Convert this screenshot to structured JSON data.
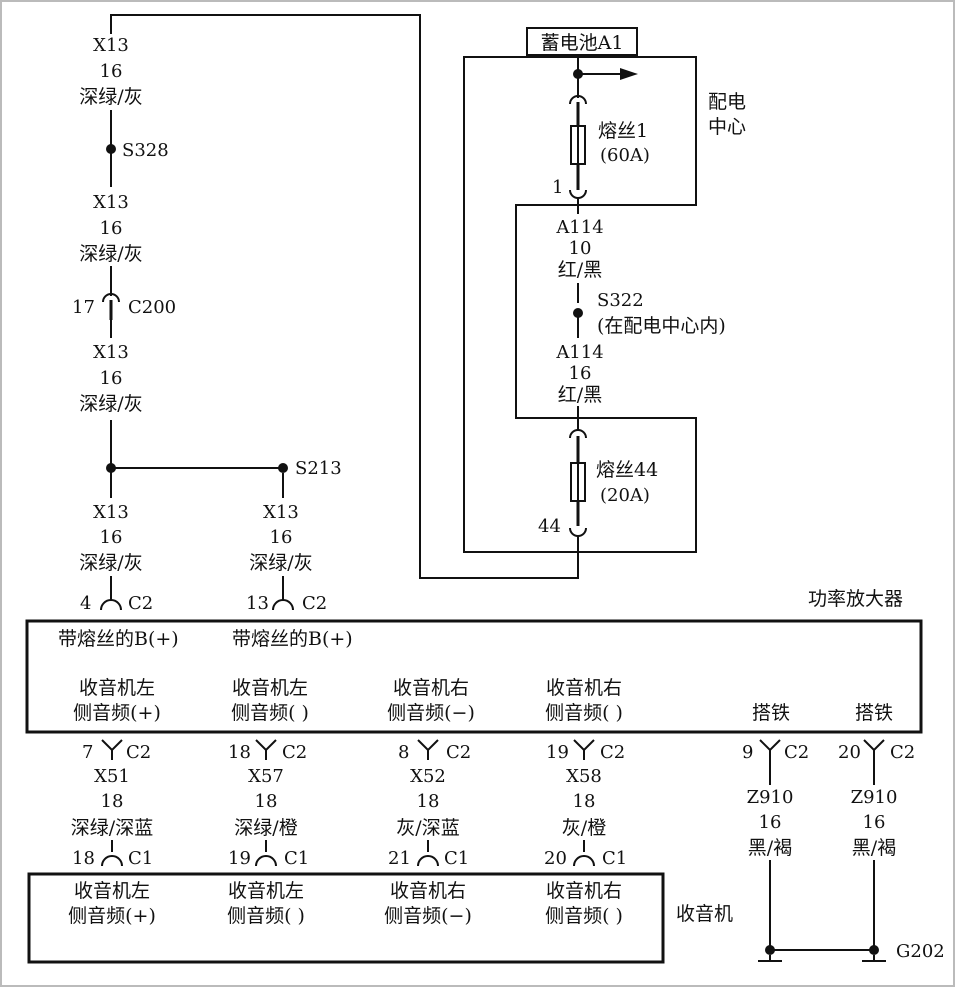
{
  "battery": {
    "label": "蓄电池A1"
  },
  "distribution_center": {
    "line1": "配电",
    "line2": "中心"
  },
  "fuse1": {
    "name": "熔丝1",
    "rating": "(60A)",
    "pin": "1"
  },
  "fuse44": {
    "name": "熔丝44",
    "rating": "(20A)",
    "pin": "44"
  },
  "wire_a114_top": {
    "id": "A114",
    "gauge": "10",
    "color": "红/黑"
  },
  "splice_s322": {
    "name": "S322",
    "note": "(在配电中心内)"
  },
  "wire_a114_bottom": {
    "id": "A114",
    "gauge": "16",
    "color": "红/黑"
  },
  "wire_x13_1": {
    "id": "X13",
    "gauge": "16",
    "color": "深绿/灰"
  },
  "splice_s328": {
    "name": "S328"
  },
  "wire_x13_2": {
    "id": "X13",
    "gauge": "16",
    "color": "深绿/灰"
  },
  "connector_c200": {
    "pin": "17",
    "name": "C200"
  },
  "wire_x13_3": {
    "id": "X13",
    "gauge": "16",
    "color": "深绿/灰"
  },
  "splice_s213": {
    "name": "S213"
  },
  "wire_x13_4": {
    "id": "X13",
    "gauge": "16",
    "color": "深绿/灰"
  },
  "wire_x13_5": {
    "id": "X13",
    "gauge": "16",
    "color": "深绿/灰"
  },
  "conn_amp_4": {
    "pin": "4",
    "name": "C2"
  },
  "conn_amp_13": {
    "pin": "13",
    "name": "C2"
  },
  "amplifier": {
    "title": "功率放大器",
    "b_plus_1": "带熔丝的B(+)",
    "b_plus_2": "带熔丝的B(+)",
    "ch1_l1": "收音机左",
    "ch1_l2": "侧音频(+)",
    "ch2_l1": "收音机左",
    "ch2_l2": "侧音频(  )",
    "ch3_l1": "收音机右",
    "ch3_l2": "侧音频(−)",
    "ch4_l1": "收音机右",
    "ch4_l2": "侧音频(  )",
    "ground1": "搭铁",
    "ground2": "搭铁"
  },
  "amp_out": [
    {
      "pin": "7",
      "conn": "C2",
      "wire": "X51",
      "gauge": "18",
      "color": "深绿/深蓝",
      "radio_pin": "18",
      "radio_conn": "C1"
    },
    {
      "pin": "18",
      "conn": "C2",
      "wire": "X57",
      "gauge": "18",
      "color": "深绿/橙",
      "radio_pin": "19",
      "radio_conn": "C1"
    },
    {
      "pin": "8",
      "conn": "C2",
      "wire": "X52",
      "gauge": "18",
      "color": "灰/深蓝",
      "radio_pin": "21",
      "radio_conn": "C1"
    },
    {
      "pin": "19",
      "conn": "C2",
      "wire": "X58",
      "gauge": "18",
      "color": "灰/橙",
      "radio_pin": "20",
      "radio_conn": "C1"
    }
  ],
  "amp_ground": [
    {
      "pin": "9",
      "conn": "C2",
      "wire": "Z910",
      "gauge": "16",
      "color": "黑/褐"
    },
    {
      "pin": "20",
      "conn": "C2",
      "wire": "Z910",
      "gauge": "16",
      "color": "黑/褐"
    }
  ],
  "radio": {
    "title": "收音机",
    "ch1_l1": "收音机左",
    "ch1_l2": "侧音频(+)",
    "ch2_l1": "收音机左",
    "ch2_l2": "侧音频(  )",
    "ch3_l1": "收音机右",
    "ch3_l2": "侧音频(−)",
    "ch4_l1": "收音机右",
    "ch4_l2": "侧音频(  )"
  },
  "ground_point": {
    "name": "G202"
  }
}
